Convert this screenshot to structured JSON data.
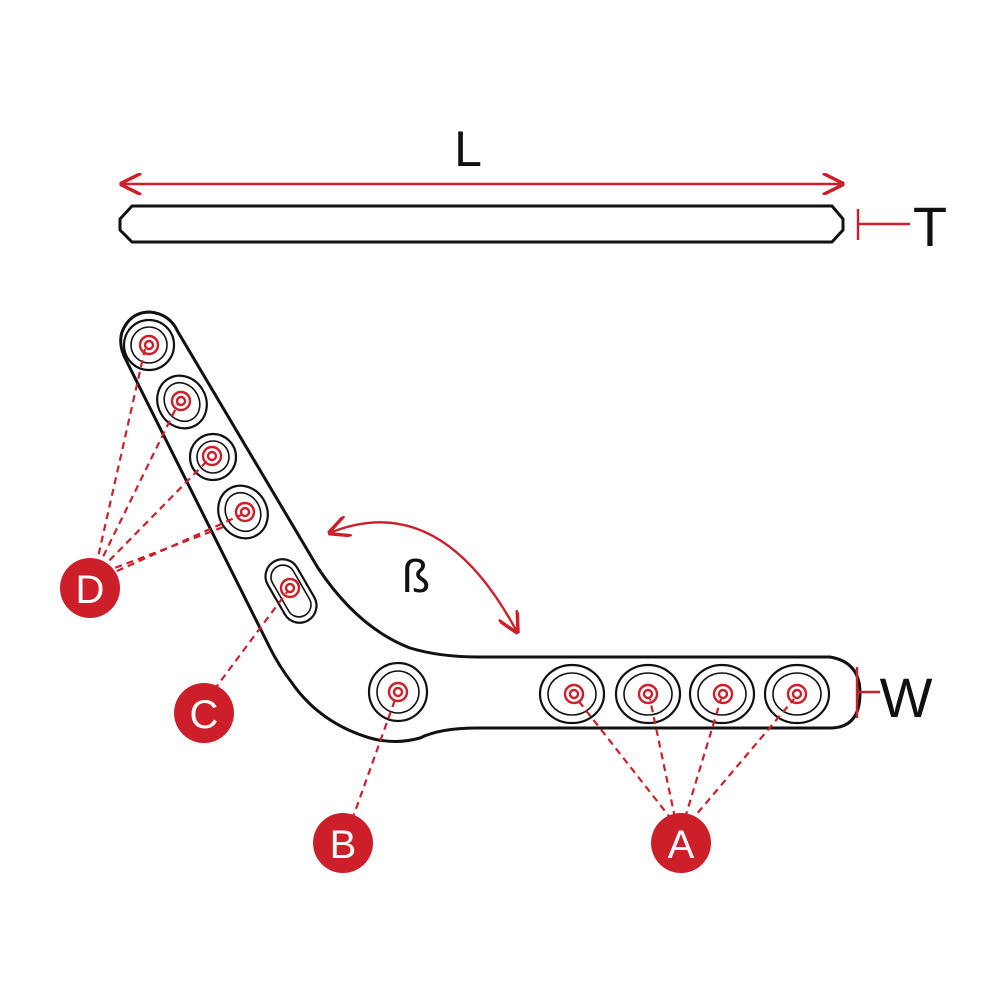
{
  "colors": {
    "accent": "#cc1f2a",
    "outline": "#111111",
    "background": "#ffffff"
  },
  "dimensions": {
    "length_label": "L",
    "thickness_label": "T",
    "width_label": "W",
    "angle_label": "ß"
  },
  "callouts": {
    "a": "A",
    "b": "B",
    "c": "C",
    "d": "D"
  }
}
